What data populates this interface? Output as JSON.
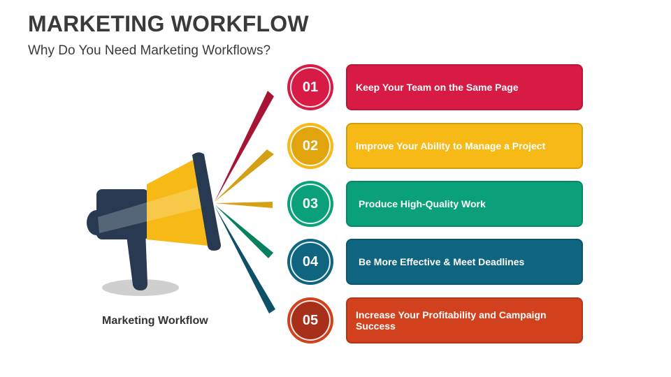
{
  "header": {
    "title": "MARKETING WORKFLOW",
    "subtitle": "Why Do You Need Marketing Workflows?"
  },
  "caption": "Marketing Workflow",
  "colors": {
    "red": "#d81b45",
    "yellow": "#f7b916",
    "green": "#0aa079",
    "blue": "#0f6480",
    "orange": "#d2411e",
    "navy": "#283a52"
  },
  "steps": [
    {
      "number": "01",
      "text": "Keep Your Team on the Same Page"
    },
    {
      "number": "02",
      "text": "Improve Your Ability to Manage a Project"
    },
    {
      "number": "03",
      "text": "Produce High-Quality Work"
    },
    {
      "number": "04",
      "text": "Be More Effective & Meet Deadlines"
    },
    {
      "number": "05",
      "text": "Increase Your Profitability and Campaign Success"
    }
  ]
}
